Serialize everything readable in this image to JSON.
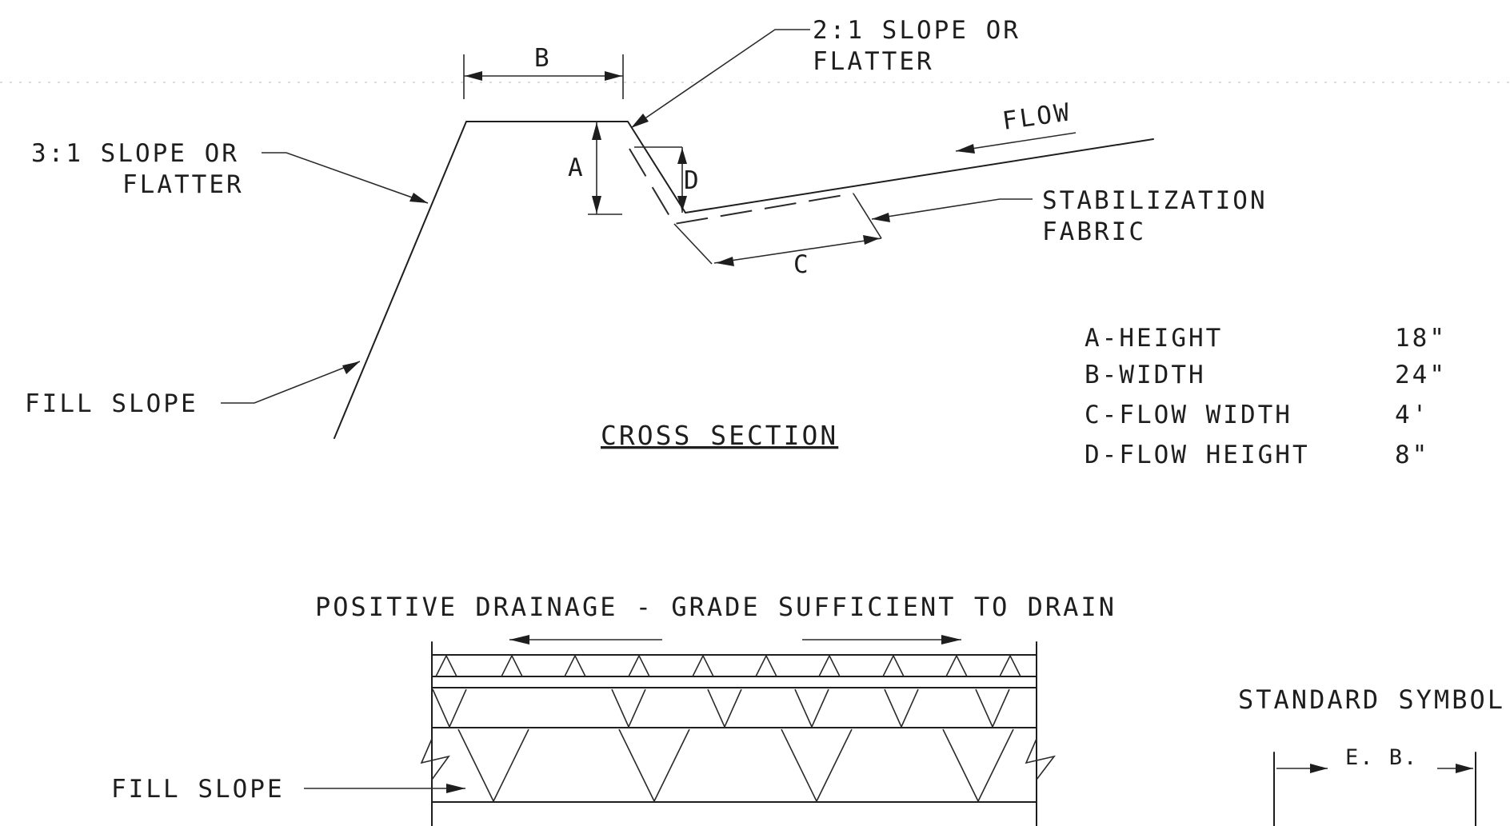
{
  "cross_section": {
    "title": "CROSS SECTION",
    "labels": {
      "b": "B",
      "a": "A",
      "d": "D",
      "c": "C",
      "slope_2_1_line1": "2:1 SLOPE OR",
      "slope_2_1_line2": "FLATTER",
      "slope_3_1_line1": "3:1 SLOPE OR",
      "slope_3_1_line2": "FLATTER",
      "flow": "FLOW",
      "fabric_line1": "STABILIZATION",
      "fabric_line2": "FABRIC",
      "fill_slope": "FILL SLOPE"
    }
  },
  "dimensions_table": [
    {
      "name": "A-HEIGHT",
      "value": "18\""
    },
    {
      "name": "B-WIDTH",
      "value": "24\""
    },
    {
      "name": "C-FLOW WIDTH",
      "value": "4'"
    },
    {
      "name": "D-FLOW HEIGHT",
      "value": "8\""
    }
  ],
  "plan_view": {
    "drainage_note": "POSITIVE DRAINAGE - GRADE SUFFICIENT TO DRAIN",
    "fill_slope_label": "FILL SLOPE"
  },
  "standard_symbol": {
    "title": "STANDARD SYMBOL",
    "label": "E. B."
  }
}
